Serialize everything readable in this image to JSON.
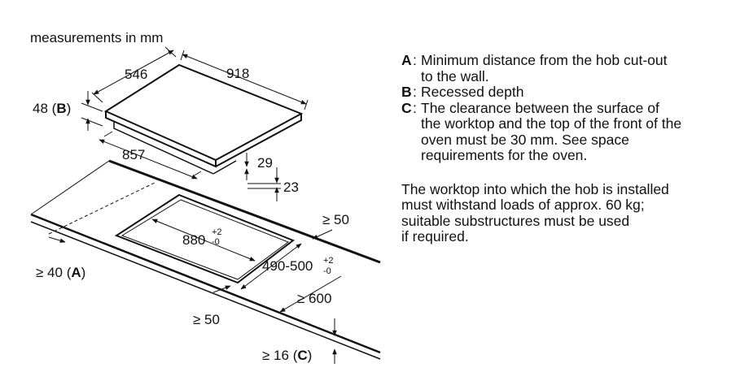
{
  "heading": "measurements in mm",
  "dims": {
    "width_cutout_depth": "546",
    "width_total": "918",
    "recessed_label_num": "48",
    "recessed_label_key": "B",
    "cutout_front": "857",
    "height_29": "29",
    "height_23": "23",
    "cutout_width_base": "880",
    "cutout_width_tol_up": "+2",
    "cutout_width_tol_down": "-0",
    "cutout_depth_base": "490-500",
    "cutout_depth_tol_up": "+2",
    "cutout_depth_tol_down": "-0",
    "rear_50": "≥ 50",
    "front_600": "≥ 600",
    "front_50": "≥ 50",
    "wall_40_num": "≥ 40",
    "wall_40_key": "A",
    "clear_16_num": "≥ 16",
    "clear_16_key": "C"
  },
  "legend": {
    "items": [
      {
        "key": "A",
        "lines": [
          "Minimum distance from the hob cut-out",
          "to the wall."
        ]
      },
      {
        "key": "B",
        "lines": [
          "Recessed depth"
        ]
      },
      {
        "key": "C",
        "lines": [
          "The clearance between the surface of",
          "the worktop and the top of the front of the",
          "oven must be 30 mm. See space",
          "requirements for the oven."
        ]
      }
    ],
    "note_lines": [
      "The worktop into which the hob is installed",
      "must withstand loads of approx. 60 kg;",
      "suitable substructures must be used",
      "if required."
    ]
  }
}
